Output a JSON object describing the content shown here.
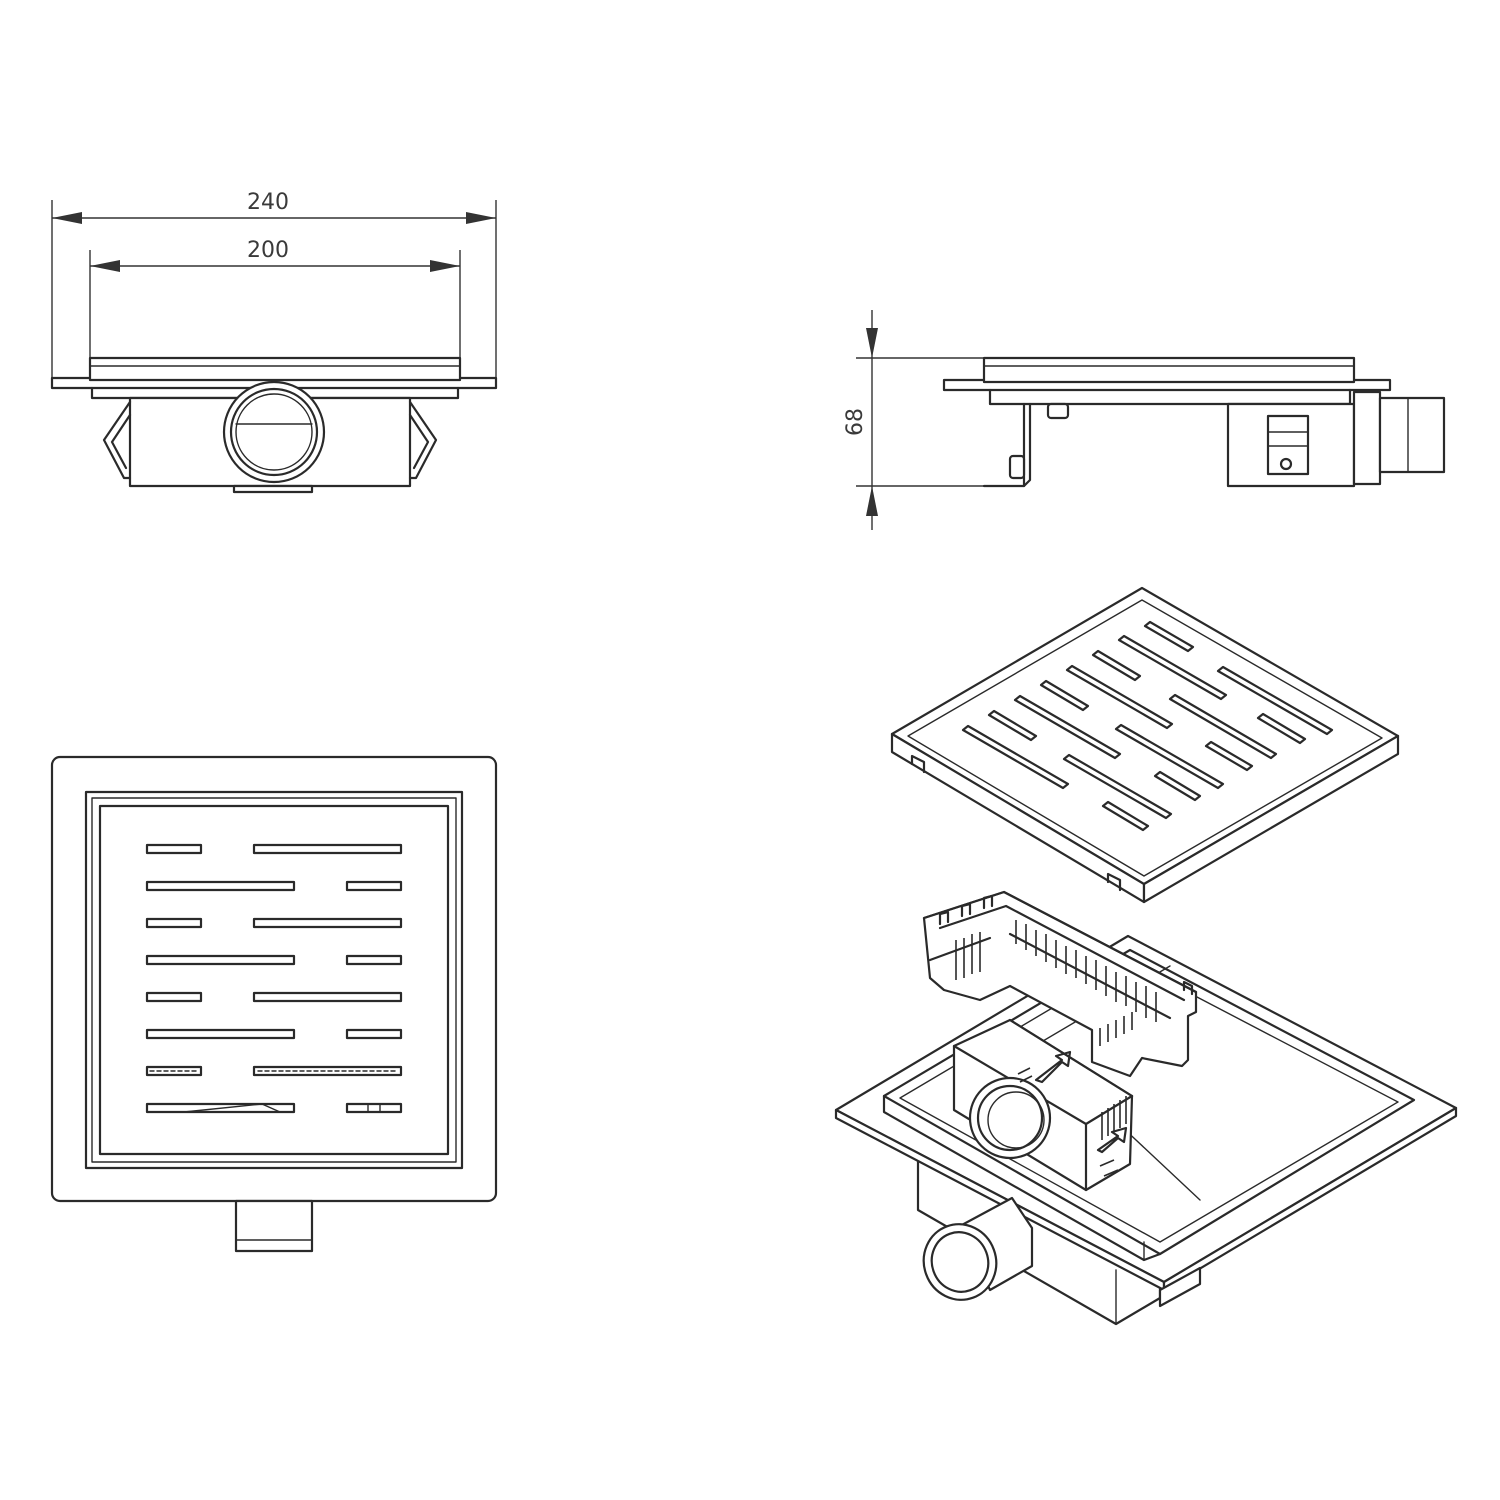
{
  "dimensions": {
    "overall_width": "240",
    "grate_width": "200",
    "height": "68"
  },
  "views": [
    "front-view",
    "side-view",
    "top-view",
    "exploded-isometric-view"
  ]
}
